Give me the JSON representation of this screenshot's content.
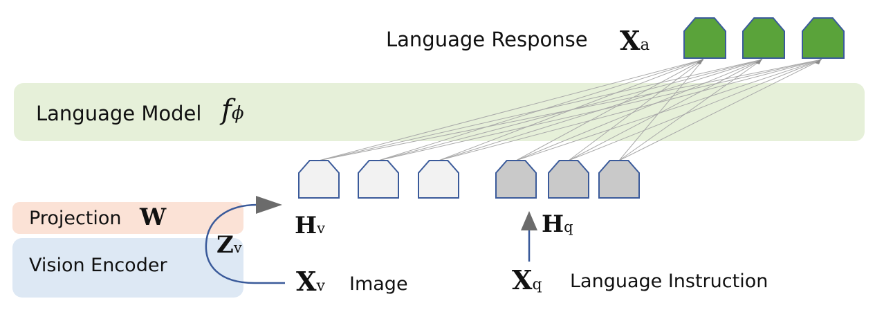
{
  "language_model": {
    "label": "Language Model",
    "symbol": "f",
    "subscript": "ϕ"
  },
  "response": {
    "label": "Language Response",
    "symbol": "X",
    "subscript": "a"
  },
  "projection": {
    "label": "Projection",
    "symbol": "W"
  },
  "vision_encoder": {
    "label": "Vision Encoder"
  },
  "z": {
    "symbol": "Z",
    "subscript": "v"
  },
  "h_v": {
    "symbol": "H",
    "subscript": "v"
  },
  "h_q": {
    "symbol": "H",
    "subscript": "q"
  },
  "x_v": {
    "symbol": "X",
    "subscript": "v",
    "label": "Image"
  },
  "x_q": {
    "symbol": "X",
    "subscript": "q",
    "label": "Language Instruction"
  },
  "colors": {
    "lm_band": "#e6f0d9",
    "projection_box": "#fbe2d6",
    "vision_box": "#dde8f4",
    "response_token": "#5aa33a",
    "visual_token": "#f2f2f2",
    "text_token": "#c9c9c9",
    "token_stroke": "#3a5a9a",
    "arrow": "#6b6b6b"
  }
}
